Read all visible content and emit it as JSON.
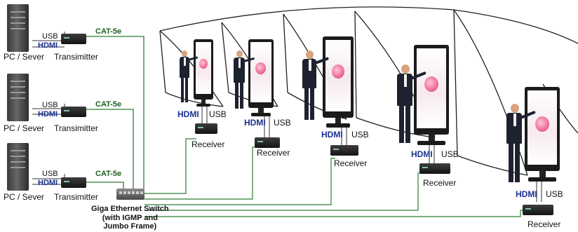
{
  "labels": {
    "usb": "USB",
    "hdmi": "HDMI",
    "cat": "CAT-5e",
    "pc": "PC / Sever",
    "transmitter": "Transimitter",
    "receiver": "Receiver",
    "switch_line1": "Giga Ethernet Switch",
    "switch_line2": "(with IGMP and",
    "switch_line3": "Jumbo Frame)"
  },
  "colors": {
    "cat_line": "#2e7d32",
    "cable": "#3a3a3a",
    "hdmi_text": "#1a2f8f",
    "cat_text": "#1f5d1f",
    "room_line": "#222222"
  },
  "icons": [
    "server-tower-icon",
    "transmitter-box-icon",
    "ethernet-switch-icon",
    "receiver-box-icon",
    "kiosk-display-icon",
    "presenter-person-icon"
  ]
}
